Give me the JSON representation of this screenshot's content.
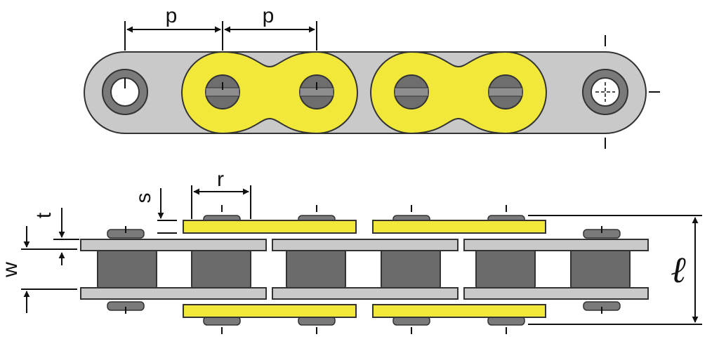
{
  "diagram": {
    "labels": {
      "pitch_1": "p",
      "pitch_2": "p",
      "roller_width": "r",
      "plate_thickness_s": "s",
      "plate_thickness_t": "t",
      "inner_width": "w",
      "overall_length": "ℓ"
    },
    "colors": {
      "outer_plate": "#f1e83a",
      "inner_plate": "#c9c9c9",
      "roller": "#6b6b6b",
      "pin": "#6e6e6e",
      "outline": "#333333",
      "dimension": "#111111"
    }
  }
}
